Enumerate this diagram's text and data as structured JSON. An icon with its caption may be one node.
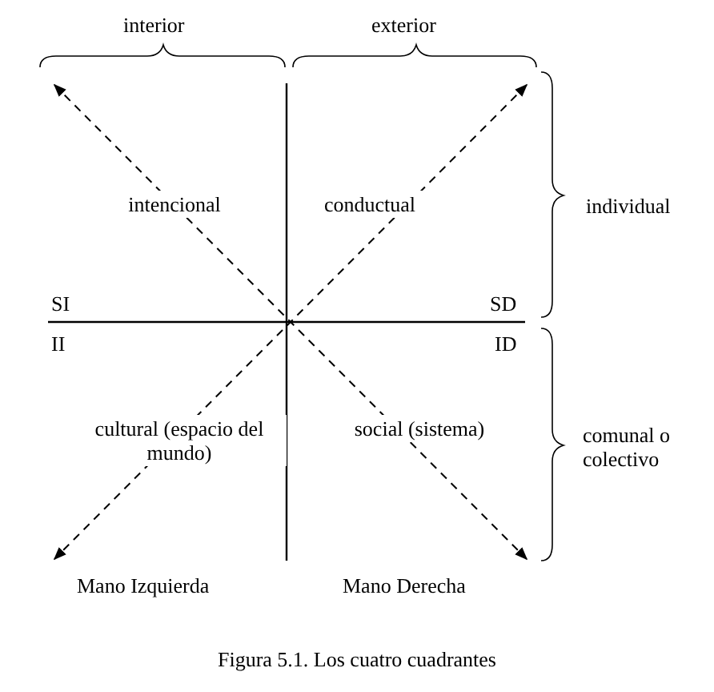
{
  "diagram": {
    "caption": "Figura 5.1. Los cuatro cuadrantes",
    "labels": [
      "interior",
      "exterior",
      "intencional",
      "conductual",
      "individual",
      "SI",
      "SD",
      "II",
      "ID",
      "cultural (espacio del mundo)",
      "social (sistema)",
      "comunal o colectivo",
      "Mano Izquierda",
      "Mano Derecha"
    ]
  }
}
